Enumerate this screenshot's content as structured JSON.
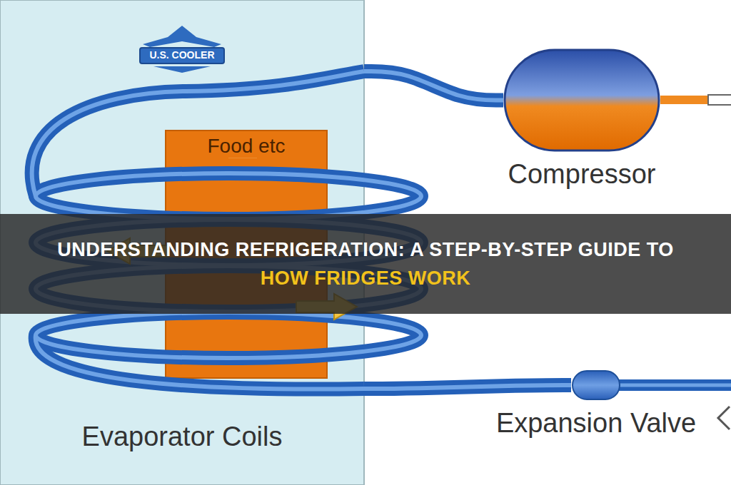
{
  "diagram": {
    "title": "UNDERSTANDING REFRIGERATION: A STEP-BY-STEP GUIDE TO",
    "nodes": [
      {
        "text": [
          "Evaporator Coils"
        ]
      },
      {
        "text": [
          "Food etc"
        ],
        "in": 0
      },
      {
        "text": [
          "Compressor"
        ]
      },
      {
        "text": [
          "Expansion Valve"
        ]
      }
    ],
    "edges": [
      {
        "from": 0,
        "to": 2,
        "arrow": "none"
      },
      {
        "from": 3,
        "to": 0,
        "arrow": "none"
      }
    ],
    "labels": [
      "U.S. COOLER",
      "HOW FRIDGES WORK"
    ]
  }
}
